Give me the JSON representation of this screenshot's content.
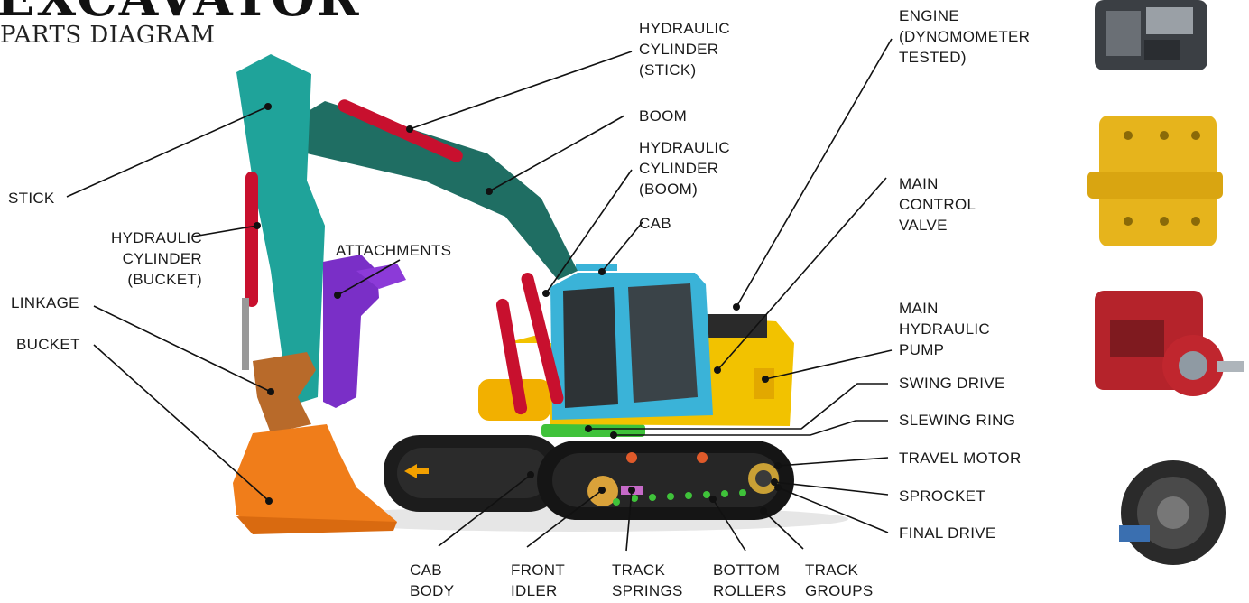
{
  "title": "EXCAVATOR",
  "subtitle": "PARTS DIAGRAM",
  "colors": {
    "stick": "#1fa39a",
    "boom": "#1f6e63",
    "cylinder": "#c8102e",
    "cab": "#3ab3d8",
    "body": "#f2c200",
    "bucket": "#f07d1a",
    "linkage": "#b86a2a",
    "attachment": "#7a2fc7",
    "track": "#1c1c1c",
    "slewing": "#3fc23a"
  },
  "labels": {
    "stick": "STICK",
    "cyl_bucket": "HYDRAULIC\nCYLINDER\n(BUCKET)",
    "linkage": "LINKAGE",
    "bucket": "BUCKET",
    "attachments": "ATTACHMENTS",
    "cyl_stick": "HYDRAULIC\nCYLINDER\n(STICK)",
    "boom": "BOOM",
    "cyl_boom": "HYDRAULIC\nCYLINDER\n(BOOM)",
    "cab": "CAB",
    "engine": "ENGINE\n(DYNOMOMETER\nTESTED)",
    "control_valve": "MAIN\nCONTROL\nVALVE",
    "hyd_pump": "MAIN\nHYDRAULIC\nPUMP",
    "swing_drive": "SWING DRIVE",
    "slewing_ring": "SLEWING RING",
    "travel_motor": "TRAVEL MOTOR",
    "sprocket": "SPROCKET",
    "final_drive": "FINAL DRIVE",
    "cab_body": "CAB\nBODY",
    "front_idler": "FRONT\nIDLER",
    "track_springs": "TRACK\nSPRINGS",
    "bottom_rollers": "BOTTOM\nROLLERS",
    "track_groups": "TRACK\nGROUPS"
  },
  "part_photos": [
    "engine-photo",
    "control-valve-photo",
    "hydraulic-pump-photo",
    "final-drive-photo"
  ]
}
